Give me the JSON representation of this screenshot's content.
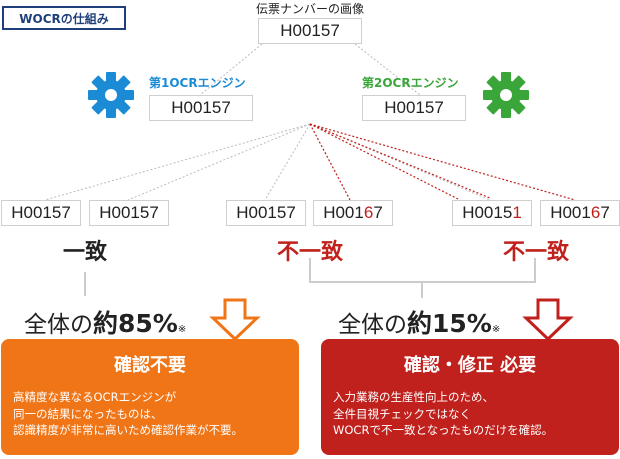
{
  "tag": "WOCRの仕組み",
  "source": {
    "title": "伝票ナンバーの画像",
    "value": "H00157"
  },
  "engine1": {
    "label": "第1OCRエンジン",
    "value": "H00157",
    "color": "#1b8bd6"
  },
  "engine2": {
    "label": "第2OCRエンジン",
    "value": "H00157",
    "color": "#3aa63a"
  },
  "results": [
    {
      "prefix": "H00157",
      "diff": ""
    },
    {
      "prefix": "H00157",
      "diff": ""
    },
    {
      "prefix": "H00157",
      "diff": ""
    },
    {
      "prefix": "H001",
      "diff": "6",
      "suffix": "7"
    },
    {
      "prefix": "H0015",
      "diff": "1",
      "suffix": ""
    },
    {
      "prefix": "H001",
      "diff": "6",
      "suffix": "7"
    }
  ],
  "verdicts": {
    "match": "一致",
    "mismatch1": "不一致",
    "mismatch2": "不一致"
  },
  "left_ratio": {
    "prefix": "全体の",
    "value": "約85%",
    "note": "※"
  },
  "right_ratio": {
    "prefix": "全体の",
    "value": "約15%",
    "note": "※"
  },
  "left_panel": {
    "title": "確認不要",
    "body": [
      "高精度な異なるOCRエンジンが",
      "同一の結果になったものは、",
      "認識精度が非常に高いため確認作業が不要。"
    ],
    "color": "#f07516"
  },
  "right_panel": {
    "title": "確認・修正 必要",
    "body": [
      "入力業務の生産性向上のため、",
      "全件目視チェックではなく",
      "WOCRで不一致となったものだけを確認。"
    ],
    "color": "#c0211d"
  }
}
